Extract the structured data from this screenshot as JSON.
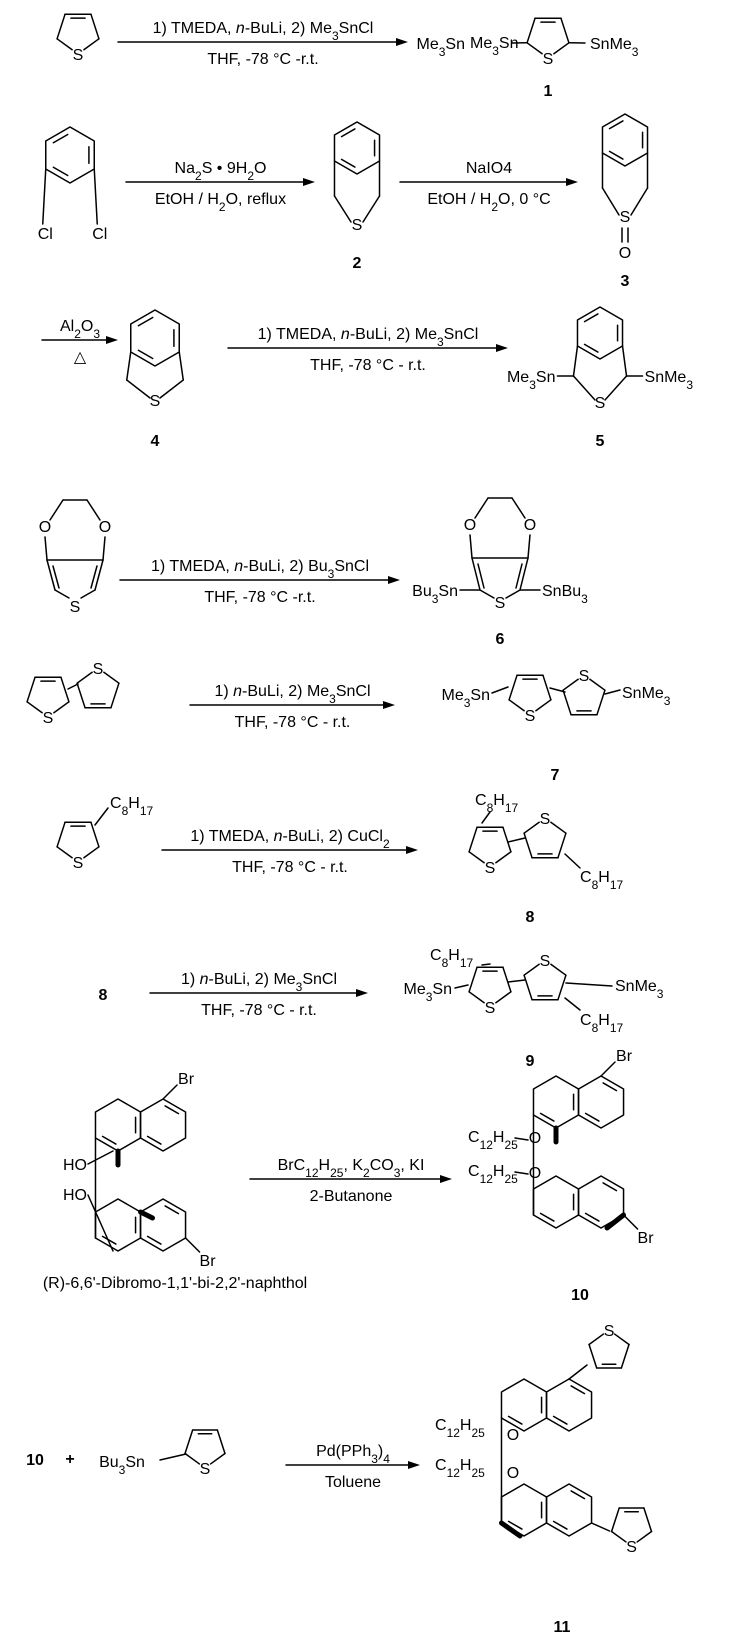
{
  "steps": [
    {
      "above": [
        "1) TMEDA, ",
        "n",
        "-BuLi, 2) Me",
        "3",
        "SnCl"
      ],
      "below": "THF, -78 °C -r.t."
    },
    {
      "above": [
        "Na",
        "2",
        "S • 9H",
        "2",
        "O"
      ],
      "below": [
        "EtOH / H",
        "2",
        "O, reflux"
      ]
    },
    {
      "above": "NaIO4",
      "below": [
        "EtOH / H",
        "2",
        "O, 0 °C"
      ]
    },
    {
      "above": [
        "Al",
        "2",
        "O",
        "3"
      ],
      "below": "△"
    },
    {
      "above": [
        "1) TMEDA, ",
        "n",
        "-BuLi, 2) Me",
        "3",
        "SnCl"
      ],
      "below": "THF, -78 °C - r.t."
    },
    {
      "above": [
        "1) TMEDA, ",
        "n",
        "-BuLi, 2) Bu",
        "3",
        "SnCl"
      ],
      "below": "THF, -78 °C -r.t."
    },
    {
      "above": [
        "1) ",
        "n",
        "-BuLi, 2) Me",
        "3",
        "SnCl"
      ],
      "below": "THF, -78 °C - r.t."
    },
    {
      "above": [
        "1) TMEDA, ",
        "n",
        "-BuLi, 2) CuCl",
        "2"
      ],
      "below": "THF, -78 °C - r.t."
    },
    {
      "above": [
        "1) ",
        "n",
        "-BuLi, 2) Me",
        "3",
        "SnCl"
      ],
      "below": "THF, -78 °C - r.t."
    },
    {
      "above": [
        "BrC",
        "12",
        "H",
        "25",
        ", K",
        "2",
        "CO",
        "3",
        ", KI"
      ],
      "below": "2-Butanone"
    },
    {
      "above": [
        "Pd(PPh",
        "3",
        ")",
        "4"
      ],
      "below": "Toluene"
    }
  ],
  "compounds": {
    "c1": "1",
    "c2": "2",
    "c3": "3",
    "c4": "4",
    "c5": "5",
    "c6": "6",
    "c7": "7",
    "c8": "8",
    "c9": "9",
    "c10": "10",
    "c11": "11"
  },
  "atoms": {
    "S": "S",
    "O": "O",
    "Cl": "Cl",
    "Br": "Br",
    "HO": "HO",
    "Me3Sn": [
      "Me",
      "3",
      "Sn"
    ],
    "SnMe3": [
      "SnMe",
      "3"
    ],
    "Bu3Sn": [
      "Bu",
      "3",
      "Sn"
    ],
    "SnBu3": [
      "SnBu",
      "3"
    ],
    "C8H17": [
      "C",
      "8",
      "H",
      "17"
    ],
    "C12H25": [
      "C",
      "12",
      "H",
      "25"
    ]
  },
  "reactant_8": "8",
  "reactant_10": "10",
  "plus": "+",
  "binol_name": "(R)-6,6'-Dibromo-1,1'-bi-2,2'-naphthol"
}
